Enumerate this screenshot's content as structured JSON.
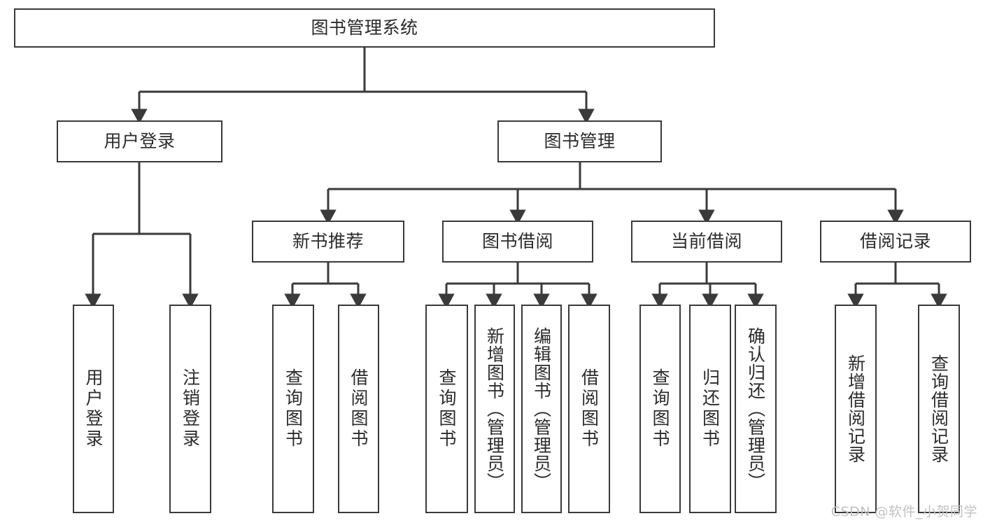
{
  "diagram": {
    "title": "图书管理系统",
    "type": "tree-hierarchy-diagram",
    "root": {
      "label": "图书管理系统"
    },
    "level2": [
      {
        "label": "用户登录"
      },
      {
        "label": "图书管理"
      }
    ],
    "level3": [
      {
        "label": "新书推荐"
      },
      {
        "label": "图书借阅"
      },
      {
        "label": "当前借阅"
      },
      {
        "label": "借阅记录"
      }
    ],
    "leaves": {
      "user_login": [
        {
          "label": "用户登录"
        },
        {
          "label": "注销登录"
        }
      ],
      "new_book_recommend": [
        {
          "label": "查询图书"
        },
        {
          "label": "借阅图书"
        }
      ],
      "book_borrow": [
        {
          "label": "查询图书"
        },
        {
          "label": "新增图书（管理员）"
        },
        {
          "label": "编辑图书（管理员）"
        },
        {
          "label": "借阅图书"
        }
      ],
      "current_borrow": [
        {
          "label": "查询图书"
        },
        {
          "label": "归还图书"
        },
        {
          "label": "确认归还（管理员）"
        }
      ],
      "borrow_record": [
        {
          "label": "新增借阅记录"
        },
        {
          "label": "查询借阅记录"
        }
      ]
    }
  },
  "watermark": {
    "text": "CSDN @软件_小贺同学"
  },
  "colors": {
    "stroke": "#3a3a3a",
    "background": "#ffffff",
    "text": "#2b2b2b",
    "watermark": "#c2c2c2"
  }
}
